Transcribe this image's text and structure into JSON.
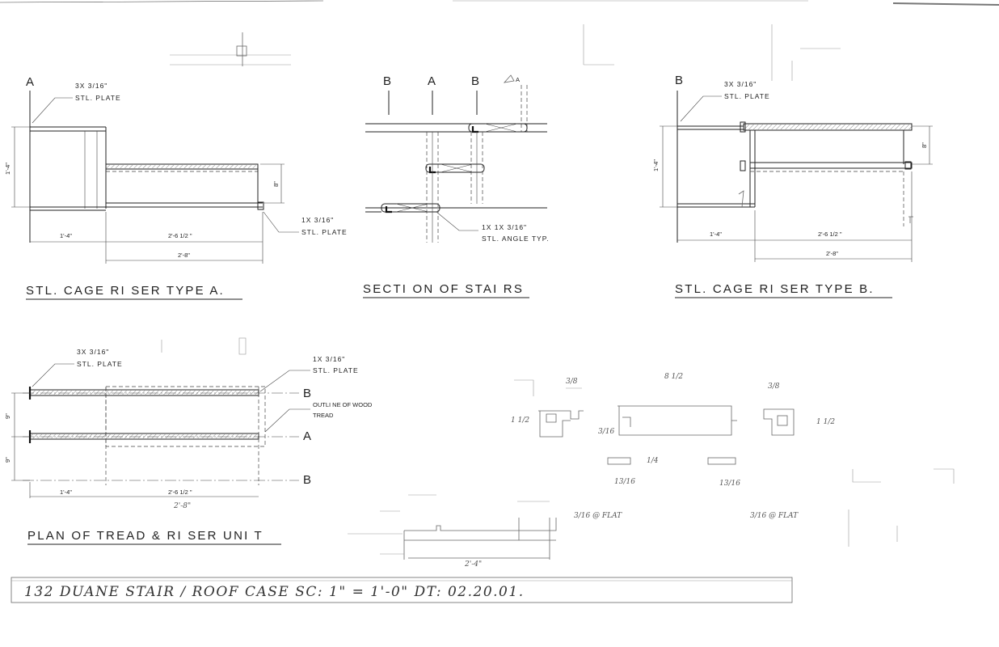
{
  "drawings": {
    "riser_a": {
      "title": "STL.  CAGE RI SER TYPE A.",
      "grid_label": "A",
      "note_top_1": "3X 3/16\"",
      "note_top_2": "STL. PLATE",
      "note_bottom_1": "1X 3/16\"",
      "note_bottom_2": "STL. PLATE",
      "dim_left": "1'-4\"",
      "dim_depth": "1'-4\"",
      "dim_tread": "2'-6 1/2 \"",
      "dim_overall": "2'-8\"",
      "dim_riser": "8\""
    },
    "section": {
      "title": "SECTI ON OF STAI RS",
      "grid_b1": "B",
      "grid_a": "A",
      "grid_b2": "B",
      "grid_a_small": "A",
      "note_1": "1X 1X 3/16\"",
      "note_2": "STL. ANGLE TYP."
    },
    "riser_b": {
      "title": "STL.  CAGE RI SER TYPE B.",
      "grid_label": "B",
      "note_top_1": "3X 3/16\"",
      "note_top_2": "STL. PLATE",
      "dim_left": "1'-4\"",
      "dim_depth": "1'-4\"",
      "dim_tread": "2'-6 1/2 \"",
      "dim_overall": "2'-8\"",
      "dim_riser": "8\""
    },
    "plan": {
      "title": "PLAN OF TREAD & RI SER UNI T",
      "note_left_1": "3X 3/16\"",
      "note_left_2": "STL. PLATE",
      "note_right_1": "1X 3/16\"",
      "note_right_2": "STL. PLATE",
      "note_wood_1": "OUTLI NE OF WOOD",
      "note_wood_2": "TREAD",
      "grid_b_top": "B",
      "grid_a": "A",
      "grid_b_bottom": "B",
      "dim_spacing_1": "9\"",
      "dim_spacing_2": "9\"",
      "dim_left": "1'-4\"",
      "dim_tread": "2'-6 1/2 \"",
      "dim_hand": "2'-8\""
    }
  },
  "sketches": {
    "profile_1": "3/8",
    "profile_2": "1 1/2",
    "profile_3": "8 1/2",
    "profile_4": "3/16",
    "profile_5": "3/8",
    "profile_6": "1 1/2",
    "profile_7": "1/4",
    "profile_8": "13/16",
    "profile_9": "13/16",
    "profile_10": "3/16 @ FLAT",
    "profile_11": "3/16 @ FLAT",
    "profile_12": "2'-4\""
  },
  "title_block": {
    "text": "132 DUANE    STAIR / ROOF CASE    SC: 1\" = 1'-0\"    DT: 02.20.01."
  }
}
